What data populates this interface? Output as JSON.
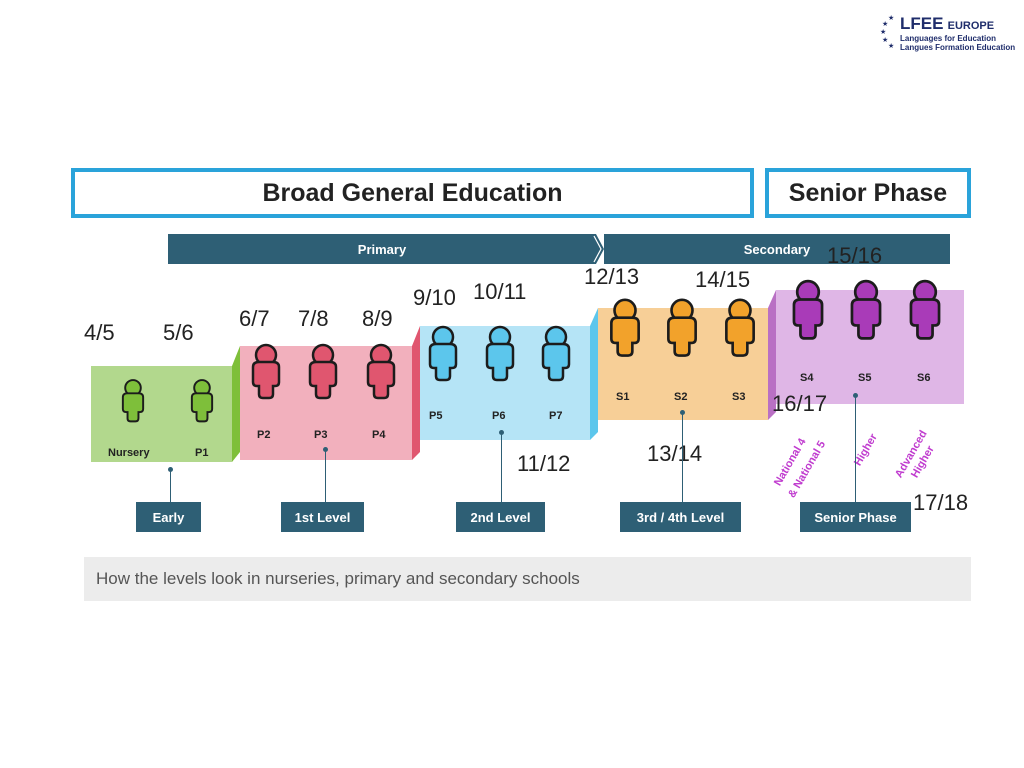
{
  "logo": {
    "name": "LFEE",
    "suffix": "EUROPE",
    "line1": "Languages for Education",
    "line2": "Langues Formation Education"
  },
  "headers": {
    "bge": "Broad General Education",
    "senior": "Senior Phase"
  },
  "bands": {
    "primary": "Primary",
    "secondary": "Secondary"
  },
  "ages": [
    "4/5",
    "5/6",
    "6/7",
    "7/8",
    "8/9",
    "9/10",
    "10/11",
    "11/12",
    "12/13",
    "13/14",
    "14/15",
    "15/16",
    "16/17",
    "17/18"
  ],
  "stages": {
    "nursery": "Nursery",
    "p1": "P1",
    "p2": "P2",
    "p3": "P3",
    "p4": "P4",
    "p5": "P5",
    "p6": "P6",
    "p7": "P7",
    "s1": "S1",
    "s2": "S2",
    "s3": "S3",
    "s4": "S4",
    "s5": "S5",
    "s6": "S6"
  },
  "qualifications": {
    "nat": "National 4\n& National 5",
    "nat1": "National 4",
    "nat2": "& National 5",
    "higher": "Higher",
    "adv1": "Advanced",
    "adv2": "Higher"
  },
  "levels": {
    "early": "Early",
    "first": "1st Level",
    "second": "2nd Level",
    "third": "3rd / 4th Level",
    "senior": "Senior Phase"
  },
  "caption": "How the levels look in nurseries, primary and secondary schools",
  "colors": {
    "border_blue": "#2aa3da",
    "band": "#2e5f75",
    "green": "#7ebf3a",
    "pink": "#e0566f",
    "blue": "#5cc6ec",
    "orange": "#f2a22b",
    "purple": "#a93bb8"
  }
}
